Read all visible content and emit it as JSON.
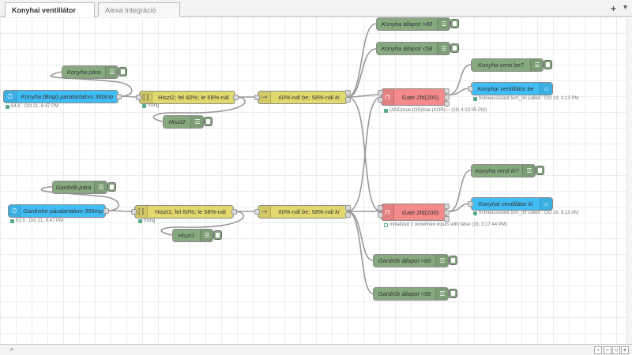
{
  "tabs": [
    {
      "label": "Konyhai ventillátor",
      "active": true
    },
    {
      "label": "Alexa Integráció",
      "active": false
    }
  ],
  "toolbar": {
    "add": "+",
    "menu": "▾"
  },
  "nodes": {
    "konyha_para": "Konyha pára",
    "konyha_sensor": "Konyha (Bogi) páratartalom 360mp",
    "konyha_sensor_status": "64.6 : Oct 21, 6:47 PM",
    "hiszt2_func": "Hiszt2; fel 60%; le 58%-nál",
    "hiszt2_status": "rising",
    "hiszt2_debug": "Hiszt2",
    "konyha_switch": "60%-nál be; 58%-nál ki",
    "konyha_allapot_60": "Konyha állapot >60",
    "konyha_allapot_58": "Konyha állapot <58",
    "konyha_gate": "Gate 2fd(200)",
    "konyha_gate_status": "(AND)true (OR)true (XOR)— (19, 4:13:05 PM)",
    "konyha_venti_be_q": "Konyha venti be?",
    "konyha_ventilator_be": "Konyhai ventillátor be",
    "konyha_ventilator_be_status": "homeassistant.turn_on called : Oct 19, 4:13 PM",
    "konyha_venti_ki_q": "Konyha venti ki?",
    "konyha_ventilator_ki": "Konyhai ventillátor ki",
    "konyha_ventilator_ki_status": "homeassistant.turn_off called : Oct 19, 8:13 AM",
    "gardrob_para": "Gardrób pára",
    "gardrob_sensor": "Gardrobe páratartalom 355mp",
    "gardrob_sensor_status": "63.5 : Oct 21, 6:47 PM",
    "hiszt1_func": "Hiszt1; fel 60%; le 58%-nál",
    "hiszt1_status": "rising",
    "hiszt1_debug": "Hiszt1",
    "gardrob_switch": "60%-nál be; 58%-nál ki",
    "gardrob_gate": "Gate 2fd(200)",
    "gardrob_gate_status": "Initialized 2 undefined inputs with false (19, 3:17:44 PM)",
    "gardrob_allapot_60": "Gardrób állapot >60",
    "gardrob_allapot_58": "Gardrób állapot <58"
  },
  "icons": {
    "sensor": "clock-sensor-icon",
    "function": "function-icon",
    "switch": "switch-icon",
    "gate": "gate-icon",
    "service": "home-assistant-icon",
    "debug": "debug-lines-icon"
  },
  "colors": {
    "debug": "#87a980",
    "home_assistant": "#41bdf5",
    "function": "#e2d96e",
    "gate": "#f58a8a"
  }
}
